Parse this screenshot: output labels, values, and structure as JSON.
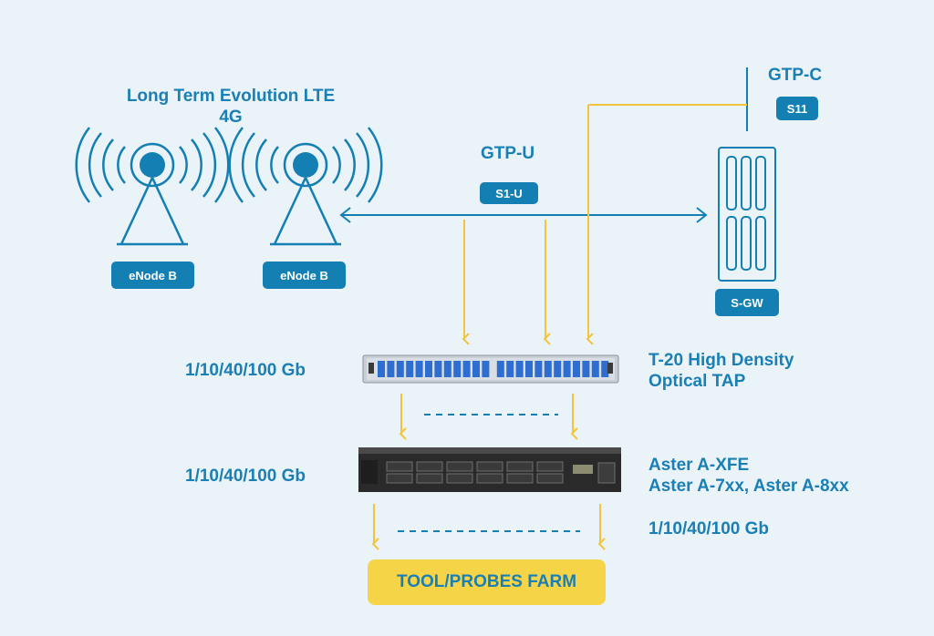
{
  "lte_title": [
    "Long Term Evolution LTE",
    "4G"
  ],
  "gtp_u_label": "GTP-U",
  "s1u_label": "S1-U",
  "gtp_c_label": "GTP-C",
  "s11_label": "S11",
  "enodeb_left_label": "eNode B",
  "enodeb_right_label": "eNode B",
  "sgw_label": "S-GW",
  "tap_speed_label": "1/10/40/100 Gb",
  "tap_name": [
    "T-20 High Density",
    "Optical TAP"
  ],
  "aster_speed_label": "1/10/40/100 Gb",
  "aster_name": [
    "Aster A-XFE",
    "Aster A-7xx, Aster A-8xx"
  ],
  "output_speed_label": "1/10/40/100 Gb",
  "tool_farm_label": "TOOL/PROBES FARM",
  "colors": {
    "background": "#eaf3f8",
    "primary_blue": "#147fb3",
    "accent_yellow": "#f5d547",
    "tap_port_blue": "#2f6ed1",
    "device_dark": "#2a2a2a"
  }
}
